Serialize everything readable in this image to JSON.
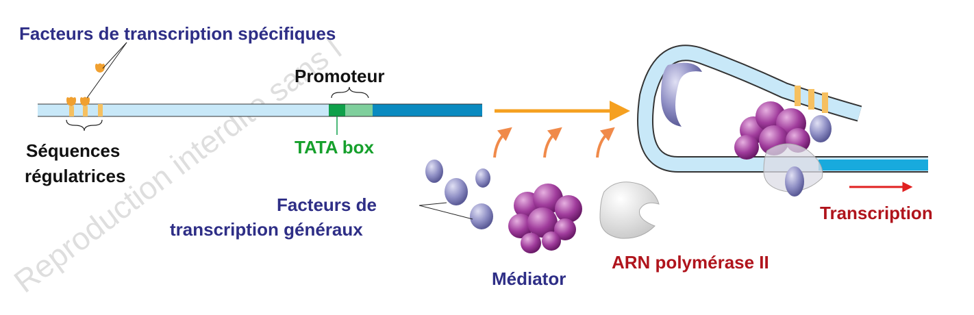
{
  "labels": {
    "specific_factors": "Facteurs de transcription spécifiques",
    "promoter": "Promoteur",
    "regulatory_line1": "Séquences",
    "regulatory_line2": "régulatrices",
    "tata_box": "TATA box",
    "general_factors_line1": "Facteurs de",
    "general_factors_line2": "transcription généraux",
    "mediator": "Médiator",
    "rna_pol": "ARN polymérase II",
    "transcription": "Transcription"
  },
  "watermark": "Reproduction interdite sans l",
  "colors": {
    "dna_light": "#c8e8f8",
    "dna_dark": "#0a8ac0",
    "tata": "#0fa04a",
    "promoter_light": "#7fcf9c",
    "factor_orange": "#f0a030",
    "mediator_purple": "#9a3a98",
    "general_factor": "#8a8ac0",
    "arrow_orange": "#f5a020",
    "arrow_red": "#e02020"
  }
}
